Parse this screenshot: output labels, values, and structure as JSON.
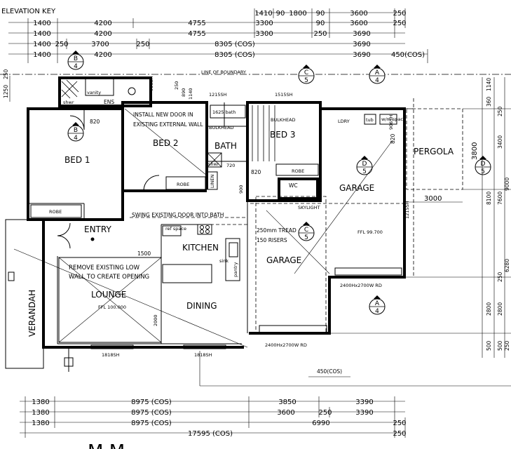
{
  "title": {
    "elevation_key": "ELEVATION KEY"
  },
  "dims_top": {
    "row1": [
      "1410",
      "90",
      "1800",
      "90",
      "3600",
      "250"
    ],
    "row2": [
      "1400",
      "4200",
      "4755",
      "3300",
      "90",
      "3600",
      "250"
    ],
    "row3": [
      "1400",
      "4200",
      "4755",
      "3300",
      "250",
      "3690"
    ],
    "row4": [
      "1400",
      "250",
      "3700",
      "250",
      "8305 (COS)",
      "3690"
    ],
    "row5": [
      "1400",
      "4200",
      "8305 (COS)",
      "3690",
      "450(COS)"
    ]
  },
  "dims_bottom": {
    "row1": [
      "1380",
      "8975 (COS)",
      "3850",
      "3390"
    ],
    "row2": [
      "1380",
      "8975 (COS)",
      "3600",
      "250",
      "3390"
    ],
    "row3": [
      "1380",
      "8975 (COS)",
      "6990",
      "250"
    ],
    "row4": [
      "17595 (COS)",
      "250"
    ]
  },
  "dims_right": [
    "1140",
    "360",
    "250",
    "3400",
    "7600",
    "8100",
    "9000",
    "6280",
    "250",
    "2800",
    "2800",
    "500",
    "500",
    "250"
  ],
  "dims_left": [
    "1250",
    "250"
  ],
  "rooms": {
    "bed1": "BED 1",
    "bed2": "BED 2",
    "bed3": "BED 3",
    "ens": "ENS",
    "bath": "BATH",
    "entry": "ENTRY",
    "kitchen": "KITCHEN",
    "lounge": "LOUNGE",
    "dining": "DINING",
    "garage_main": "GARAGE",
    "garage_right": "GARAGE",
    "pergola": "PERGOLA",
    "verandah": "VERANDAH",
    "wc": "WC",
    "ldry": "LDRY"
  },
  "fixtures": {
    "robe1": "ROBE",
    "robe2": "ROBE",
    "robe3": "ROBE",
    "linen": "LINEN",
    "shwr1": "shwr",
    "shwr2": "shwr",
    "vanity": "vanity",
    "bath_size": "1625 bath",
    "bulkhead1": "BULKHEAD",
    "bulkhead2": "BULKHEAD",
    "sink": "sink",
    "pantry": "pantry",
    "ref_space": "ref space",
    "wm_space": "w/m space",
    "tub": "tub",
    "skylight": "SKYLIGHT",
    "ffl_right": "FFL 99.700",
    "ffl_left": "FFL 100.000",
    "line_of_boundary": "LINE OF BOUNDARY"
  },
  "notes": {
    "new_door_1": "INSTALL NEW DOOR IN",
    "new_door_2": "EXISTING EXTERNAL WALL",
    "swing_door": "SWING EXISTING DOOR INTO BATH",
    "remove_wall_1": "REMOVE EXISTING LOW",
    "remove_wall_2": "WALL TO CREATE OPENING",
    "tread": "250mm TREAD",
    "risers": "150 RISERS"
  },
  "openings": {
    "w1215": "1215SH",
    "w1515": "1515SH",
    "w1818a": "1818SH",
    "w1818b": "1818SH",
    "w1215v": "1215SH",
    "w906": "906SH",
    "w906b": "906SH",
    "w890": "890",
    "w250": "250",
    "rd1": "2400Hx2700W RD",
    "rd2": "2400Hx2700W RD",
    "d820a": "820",
    "d820b": "820",
    "d820c": "820",
    "d720": "720",
    "d900": "900",
    "d1500": "1500",
    "d2000": "2000",
    "d3000": "3000",
    "d3800": "3800",
    "d450": "450(COS)"
  },
  "markers": [
    {
      "letter": "B",
      "number": "4"
    },
    {
      "letter": "C",
      "number": "5"
    },
    {
      "letter": "A",
      "number": "4"
    },
    {
      "letter": "B",
      "number": "4"
    },
    {
      "letter": "D",
      "number": "5"
    },
    {
      "letter": "D",
      "number": "5"
    },
    {
      "letter": "C",
      "number": "5"
    },
    {
      "letter": "A",
      "number": "4"
    }
  ],
  "footer": {
    "scribble": "M  M"
  }
}
